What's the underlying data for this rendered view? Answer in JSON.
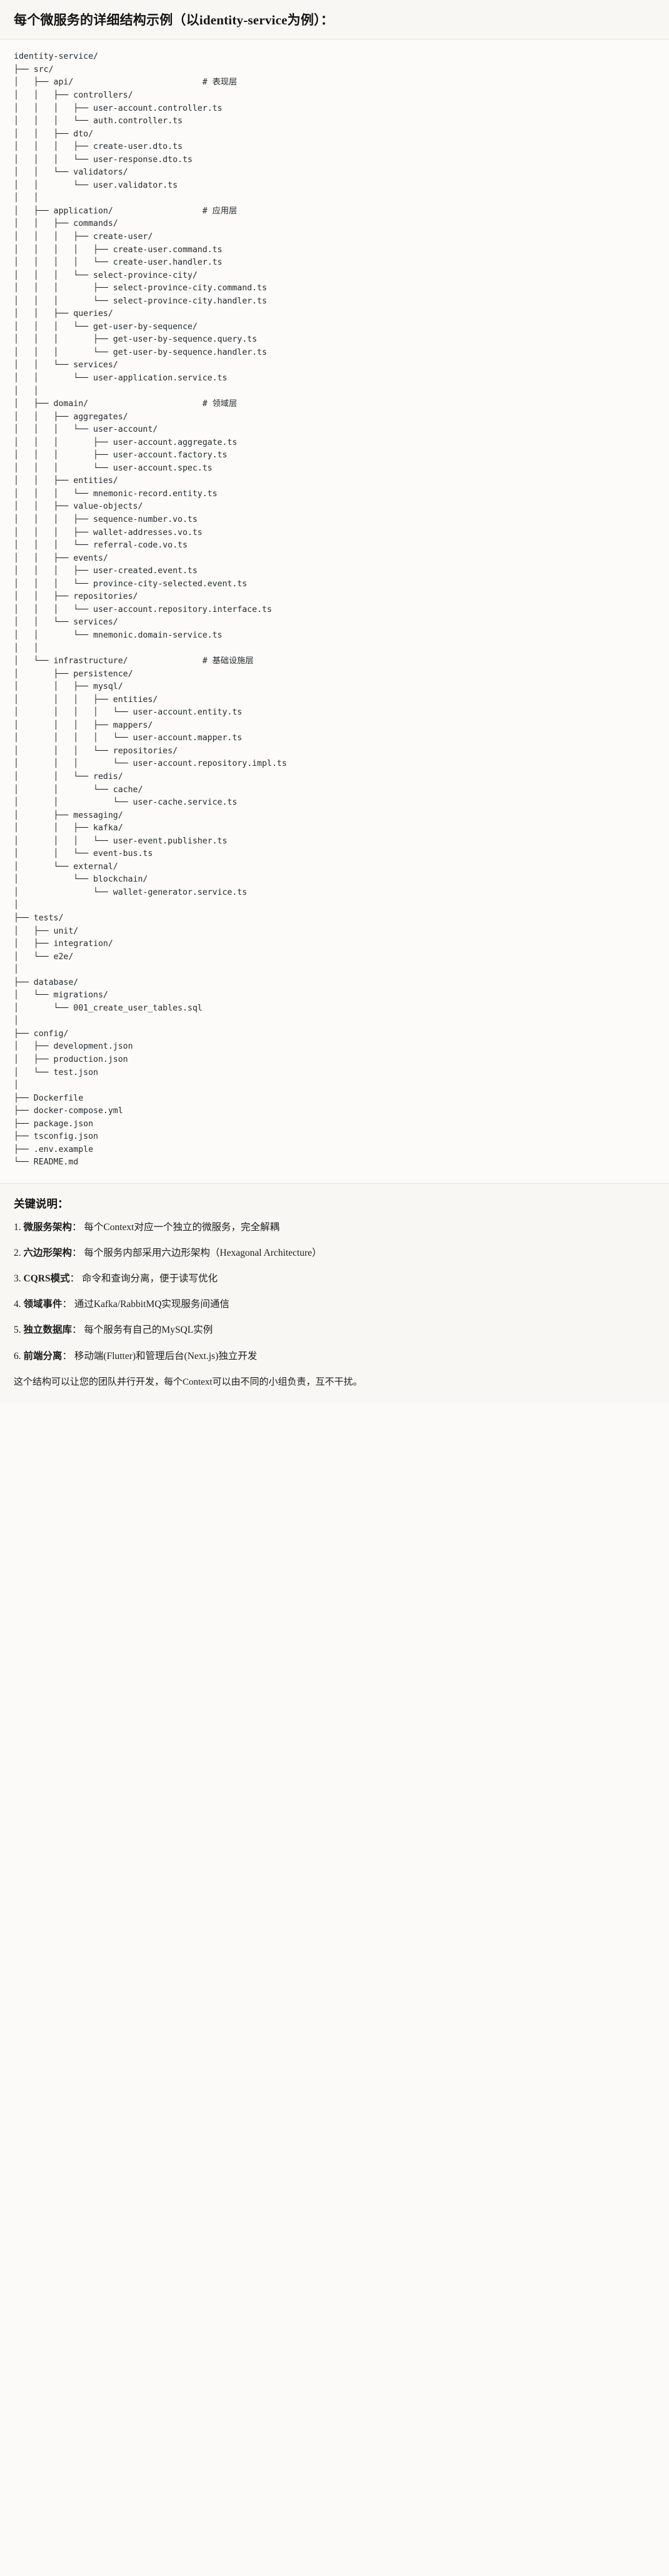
{
  "document": {
    "title": "每个微服务的详细结构示例（以identity-service为例）："
  },
  "tree": {
    "root": "identity-service/",
    "text": "identity-service/\n├── src/\n│   ├── api/                          # 表现层\n│   │   ├── controllers/\n│   │   │   ├── user-account.controller.ts\n│   │   │   └── auth.controller.ts\n│   │   ├── dto/\n│   │   │   ├── create-user.dto.ts\n│   │   │   └── user-response.dto.ts\n│   │   └── validators/\n│   │       └── user.validator.ts\n│   │\n│   ├── application/                  # 应用层\n│   │   ├── commands/\n│   │   │   ├── create-user/\n│   │   │   │   ├── create-user.command.ts\n│   │   │   │   └── create-user.handler.ts\n│   │   │   └── select-province-city/\n│   │   │       ├── select-province-city.command.ts\n│   │   │       └── select-province-city.handler.ts\n│   │   ├── queries/\n│   │   │   └── get-user-by-sequence/\n│   │   │       ├── get-user-by-sequence.query.ts\n│   │   │       └── get-user-by-sequence.handler.ts\n│   │   └── services/\n│   │       └── user-application.service.ts\n│   │\n│   ├── domain/                       # 领域层\n│   │   ├── aggregates/\n│   │   │   └── user-account/\n│   │   │       ├── user-account.aggregate.ts\n│   │   │       ├── user-account.factory.ts\n│   │   │       └── user-account.spec.ts\n│   │   ├── entities/\n│   │   │   └── mnemonic-record.entity.ts\n│   │   ├── value-objects/\n│   │   │   ├── sequence-number.vo.ts\n│   │   │   ├── wallet-addresses.vo.ts\n│   │   │   └── referral-code.vo.ts\n│   │   ├── events/\n│   │   │   ├── user-created.event.ts\n│   │   │   └── province-city-selected.event.ts\n│   │   ├── repositories/\n│   │   │   └── user-account.repository.interface.ts\n│   │   └── services/\n│   │       └── mnemonic.domain-service.ts\n│   │\n│   └── infrastructure/               # 基础设施层\n│       ├── persistence/\n│       │   ├── mysql/\n│       │   │   ├── entities/\n│       │   │   │   └── user-account.entity.ts\n│       │   │   ├── mappers/\n│       │   │   │   └── user-account.mapper.ts\n│       │   │   └── repositories/\n│       │   │       └── user-account.repository.impl.ts\n│       │   └── redis/\n│       │       └── cache/\n│       │           └── user-cache.service.ts\n│       ├── messaging/\n│       │   ├── kafka/\n│       │   │   └── user-event.publisher.ts\n│       │   └── event-bus.ts\n│       └── external/\n│           └── blockchain/\n│               └── wallet-generator.service.ts\n│\n├── tests/\n│   ├── unit/\n│   ├── integration/\n│   └── e2e/\n│\n├── database/\n│   └── migrations/\n│       └── 001_create_user_tables.sql\n│\n├── config/\n│   ├── development.json\n│   ├── production.json\n│   └── test.json\n│\n├── Dockerfile\n├── docker-compose.yml\n├── package.json\n├── tsconfig.json\n├── .env.example\n└── README.md",
    "layer_comments": [
      "# 表现层",
      "# 应用层",
      "# 领域层",
      "# 基础设施层"
    ]
  },
  "notes": {
    "heading": "关键说明：",
    "items": [
      {
        "num": "1.",
        "term": "微服务架构",
        "sep": "：",
        "desc": "每个Context对应一个独立的微服务，完全解耦"
      },
      {
        "num": "2.",
        "term": "六边形架构",
        "sep": "：",
        "desc": "每个服务内部采用六边形架构（Hexagonal Architecture）"
      },
      {
        "num": "3.",
        "term": "CQRS模式",
        "sep": "：",
        "desc": "命令和查询分离，便于读写优化"
      },
      {
        "num": "4.",
        "term": "领域事件",
        "sep": "：",
        "desc": "通过Kafka/RabbitMQ实现服务间通信"
      },
      {
        "num": "5.",
        "term": "独立数据库",
        "sep": "：",
        "desc": "每个服务有自己的MySQL实例"
      },
      {
        "num": "6.",
        "term": "前端分离",
        "sep": "：",
        "desc": "移动端(Flutter)和管理后台(Next.js)独立开发"
      }
    ],
    "footer": "这个结构可以让您的团队并行开发，每个Context可以由不同的小组负责，互不干扰。"
  }
}
